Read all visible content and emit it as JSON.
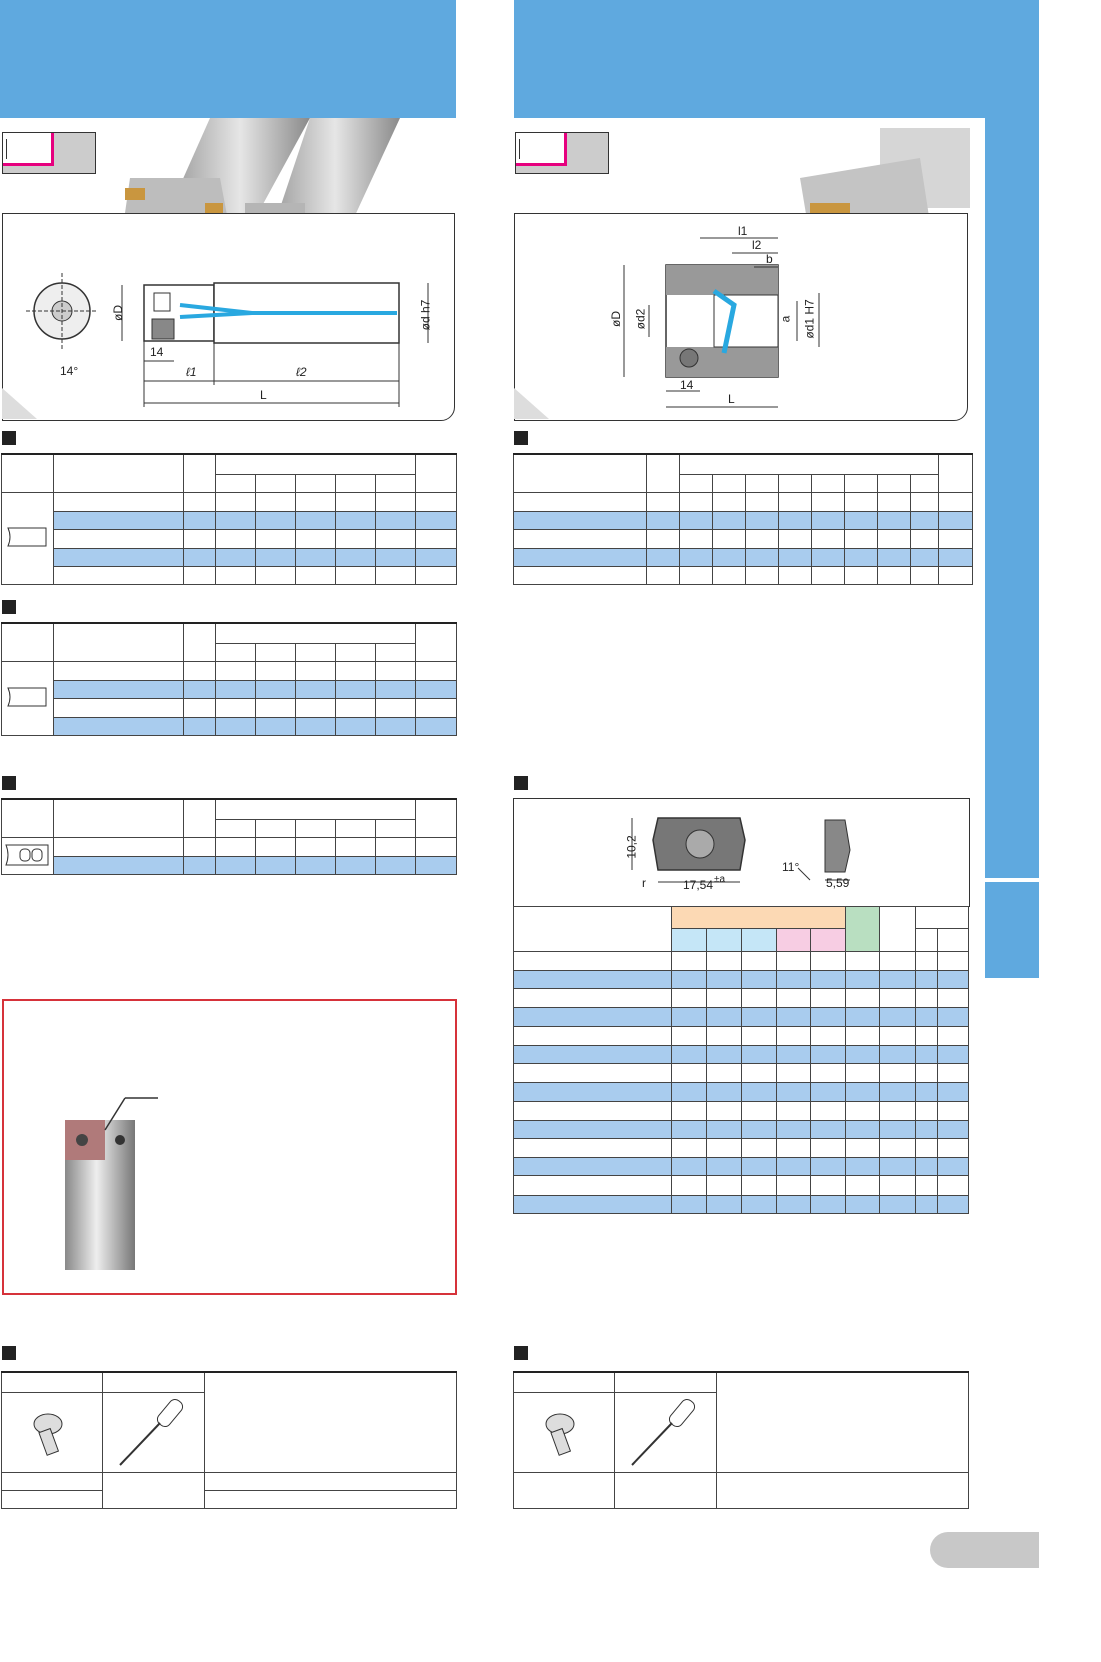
{
  "diagram_left": {
    "dim_D": "øD",
    "dim_d": "ød h7",
    "dim_14": "14",
    "dim_l1": "ℓ1",
    "dim_l2": "ℓ2",
    "dim_L": "L",
    "angle": "14°"
  },
  "diagram_right": {
    "dim_l1": "l1",
    "dim_l2": "l2",
    "dim_b": "b",
    "dim_D": "øD",
    "dim_d2": "ød2",
    "dim_a": "a",
    "dim_d1": "ød1 H7",
    "dim_14": "14",
    "dim_L": "L"
  },
  "insert_drawing": {
    "height": "10,2",
    "length": "17,54",
    "tolerance": "±a",
    "radius": "r",
    "angle": "11°",
    "thickness": "5,59"
  },
  "colors": {
    "banner": "#5fa9df",
    "row_highlight": "#a9ccee",
    "accent_pink": "#e6007e",
    "alert_red": "#d6323a"
  }
}
